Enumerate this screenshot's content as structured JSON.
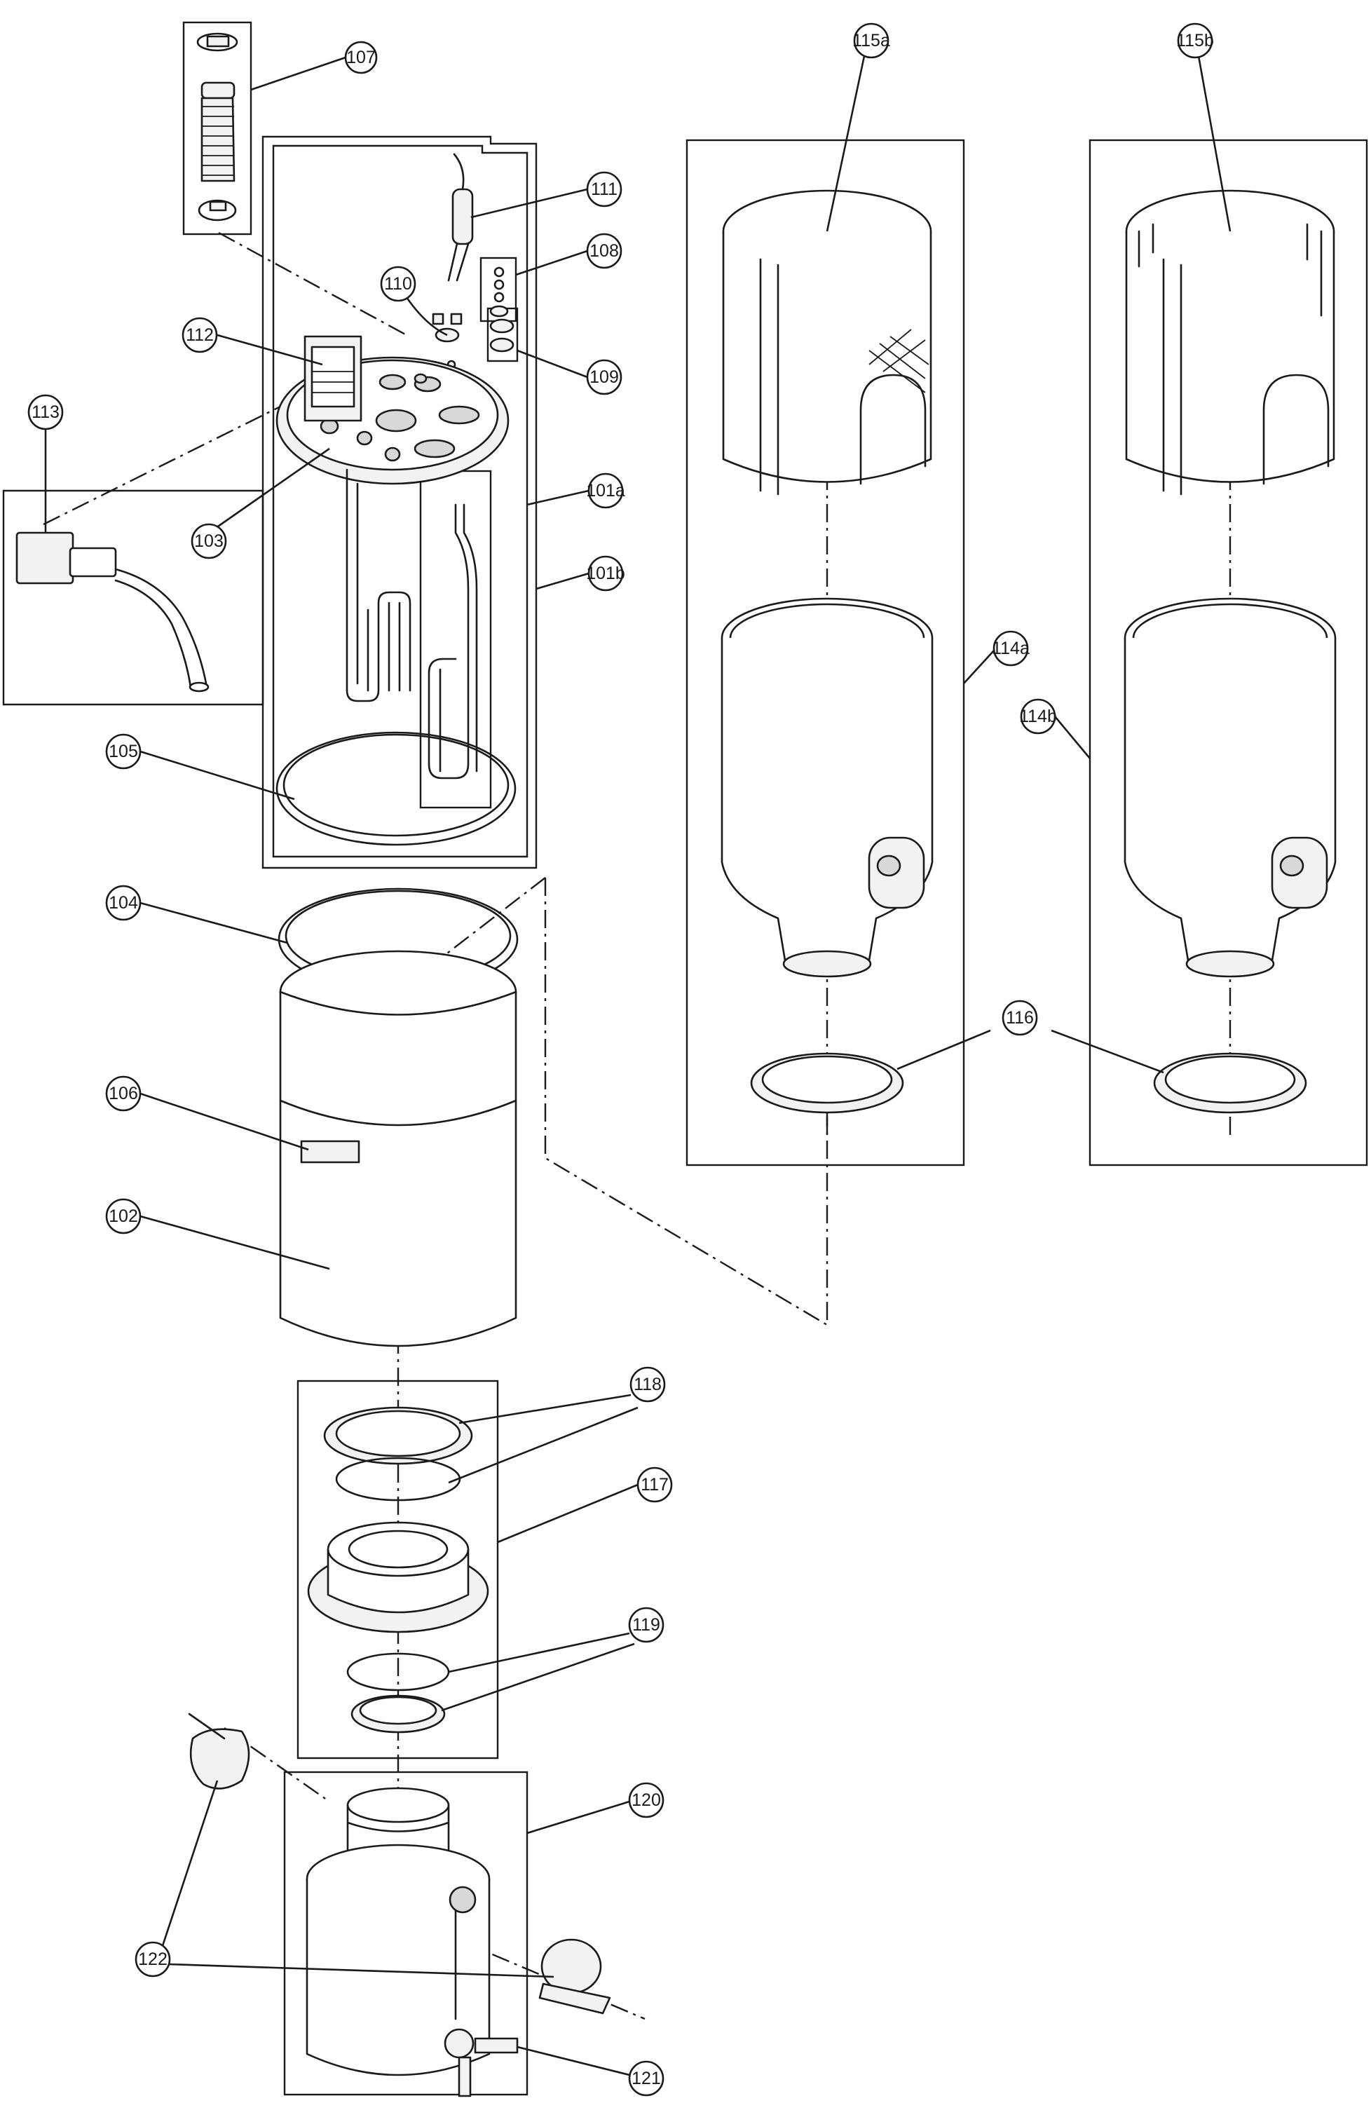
{
  "callouts": {
    "c107": "107",
    "c111": "111",
    "c108": "108",
    "c110": "110",
    "c112": "112",
    "c109": "109",
    "c113": "113",
    "c103": "103",
    "c101a": "101a",
    "c101b": "101b",
    "c105": "105",
    "c104": "104",
    "c106": "106",
    "c102": "102",
    "c115a": "115a",
    "c115b": "115b",
    "c114a": "114a",
    "c114b": "114b",
    "c116": "116",
    "c118": "118",
    "c117": "117",
    "c119": "119",
    "c120": "120",
    "c122": "122",
    "c121": "121"
  }
}
